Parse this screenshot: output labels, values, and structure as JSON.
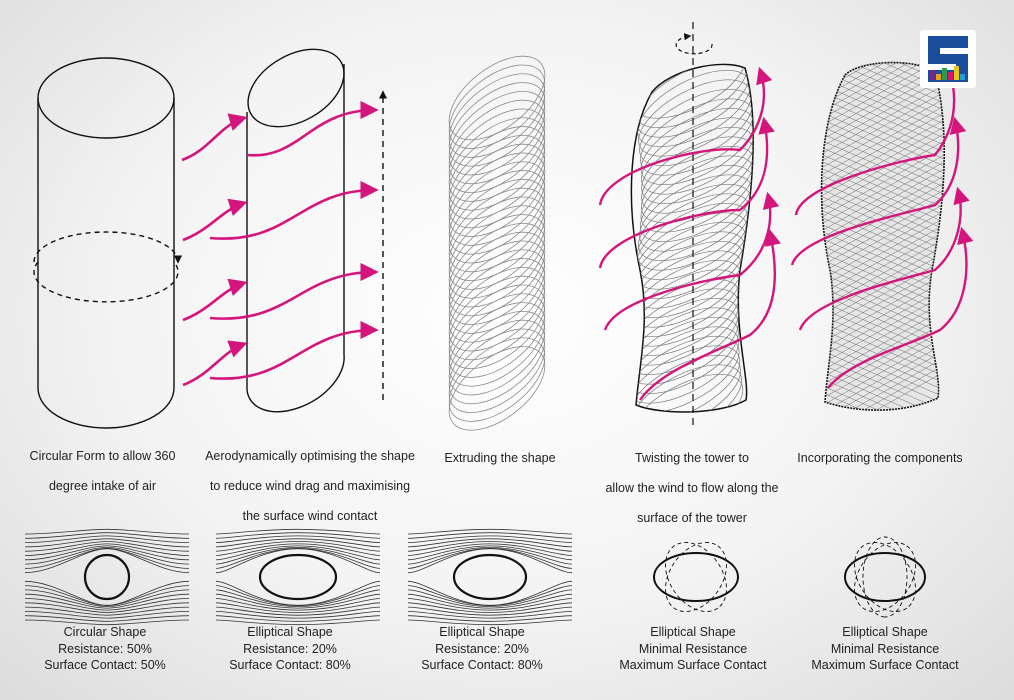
{
  "colors": {
    "accent": "#d4157c",
    "logo_blue": "#1a4e9c",
    "line": "#111111",
    "faint": "#8a8a8a"
  },
  "steps": [
    {
      "lines": [
        "Circular Form to allow 360",
        "degree intake of air"
      ]
    },
    {
      "lines": [
        "Aerodynamically optimising the shape",
        "to reduce wind drag and maximising",
        "the surface wind contact"
      ]
    },
    {
      "lines": [
        "Extruding the shape"
      ]
    },
    {
      "lines": [
        "Twisting the tower to",
        "allow the wind to flow along the",
        "surface of the tower"
      ]
    },
    {
      "lines": [
        "Incorporating the components"
      ]
    }
  ],
  "shapes": [
    {
      "name": "Circular Shape",
      "line1": "Resistance: 50%",
      "line2": "Surface Contact: 50%"
    },
    {
      "name": "Elliptical Shape",
      "line1": "Resistance: 20%",
      "line2": "Surface Contact: 80%"
    },
    {
      "name": "Elliptical Shape",
      "line1": "Resistance: 20%",
      "line2": "Surface Contact: 80%"
    },
    {
      "name": "Elliptical Shape",
      "line1": "Minimal Resistance",
      "line2": "Maximum Surface Contact"
    },
    {
      "name": "Elliptical Shape",
      "line1": "Minimal Resistance",
      "line2": "Maximum Surface Contact"
    }
  ],
  "icons": {
    "logo": "logo-icon",
    "wind_arrow": "wind-arrow-icon",
    "rotation_arrow": "rotation-arrow-icon"
  }
}
